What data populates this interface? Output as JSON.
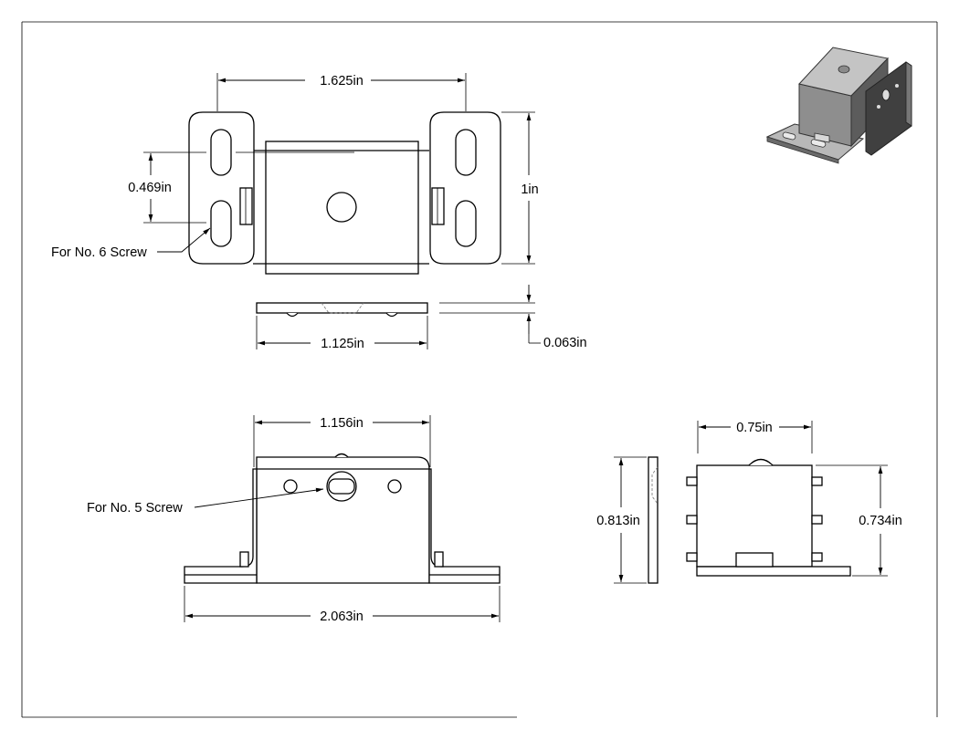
{
  "dimensions": {
    "top_width": "1.625in",
    "slot_spacing": "0.469in",
    "height": "1in",
    "plate_width": "1.125in",
    "thickness": "0.063in",
    "front_top_width": "1.156in",
    "front_overall_width": "2.063in",
    "side_width": "0.75in",
    "side_height_left": "0.813in",
    "side_height_right": "0.734in"
  },
  "notes": {
    "screw_top": "For No. 6 Screw",
    "screw_front": "For No. 5 Screw"
  },
  "colors": {
    "line": "#000000",
    "iso_dark": "#3a3a3a",
    "iso_mid": "#8a8a8a",
    "iso_light": "#c8c8c8"
  }
}
